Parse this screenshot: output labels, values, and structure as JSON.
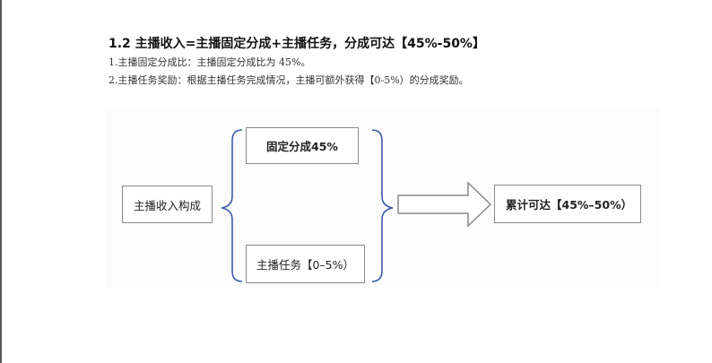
{
  "section": {
    "heading": "1.2 主播收入=主播固定分成+主播任务，分成可达【45%-50%】",
    "lines": [
      "1.主播固定分成比：主播固定分成比为 45%。",
      "2.主播任务奖励：根据主播任务完成情况，主播可额外获得【0-5%）的分成奖励。"
    ]
  },
  "diagram": {
    "income_label": "主播收入构成",
    "fixed_label": "固定分成45%",
    "task_label": "主播任务【0–5%）",
    "total_label": "累计可达【45%–50%）",
    "colors": {
      "brace": "#3d5ba8",
      "box_border": "#8a8a8a",
      "arrow": "#8a8a8a"
    }
  }
}
